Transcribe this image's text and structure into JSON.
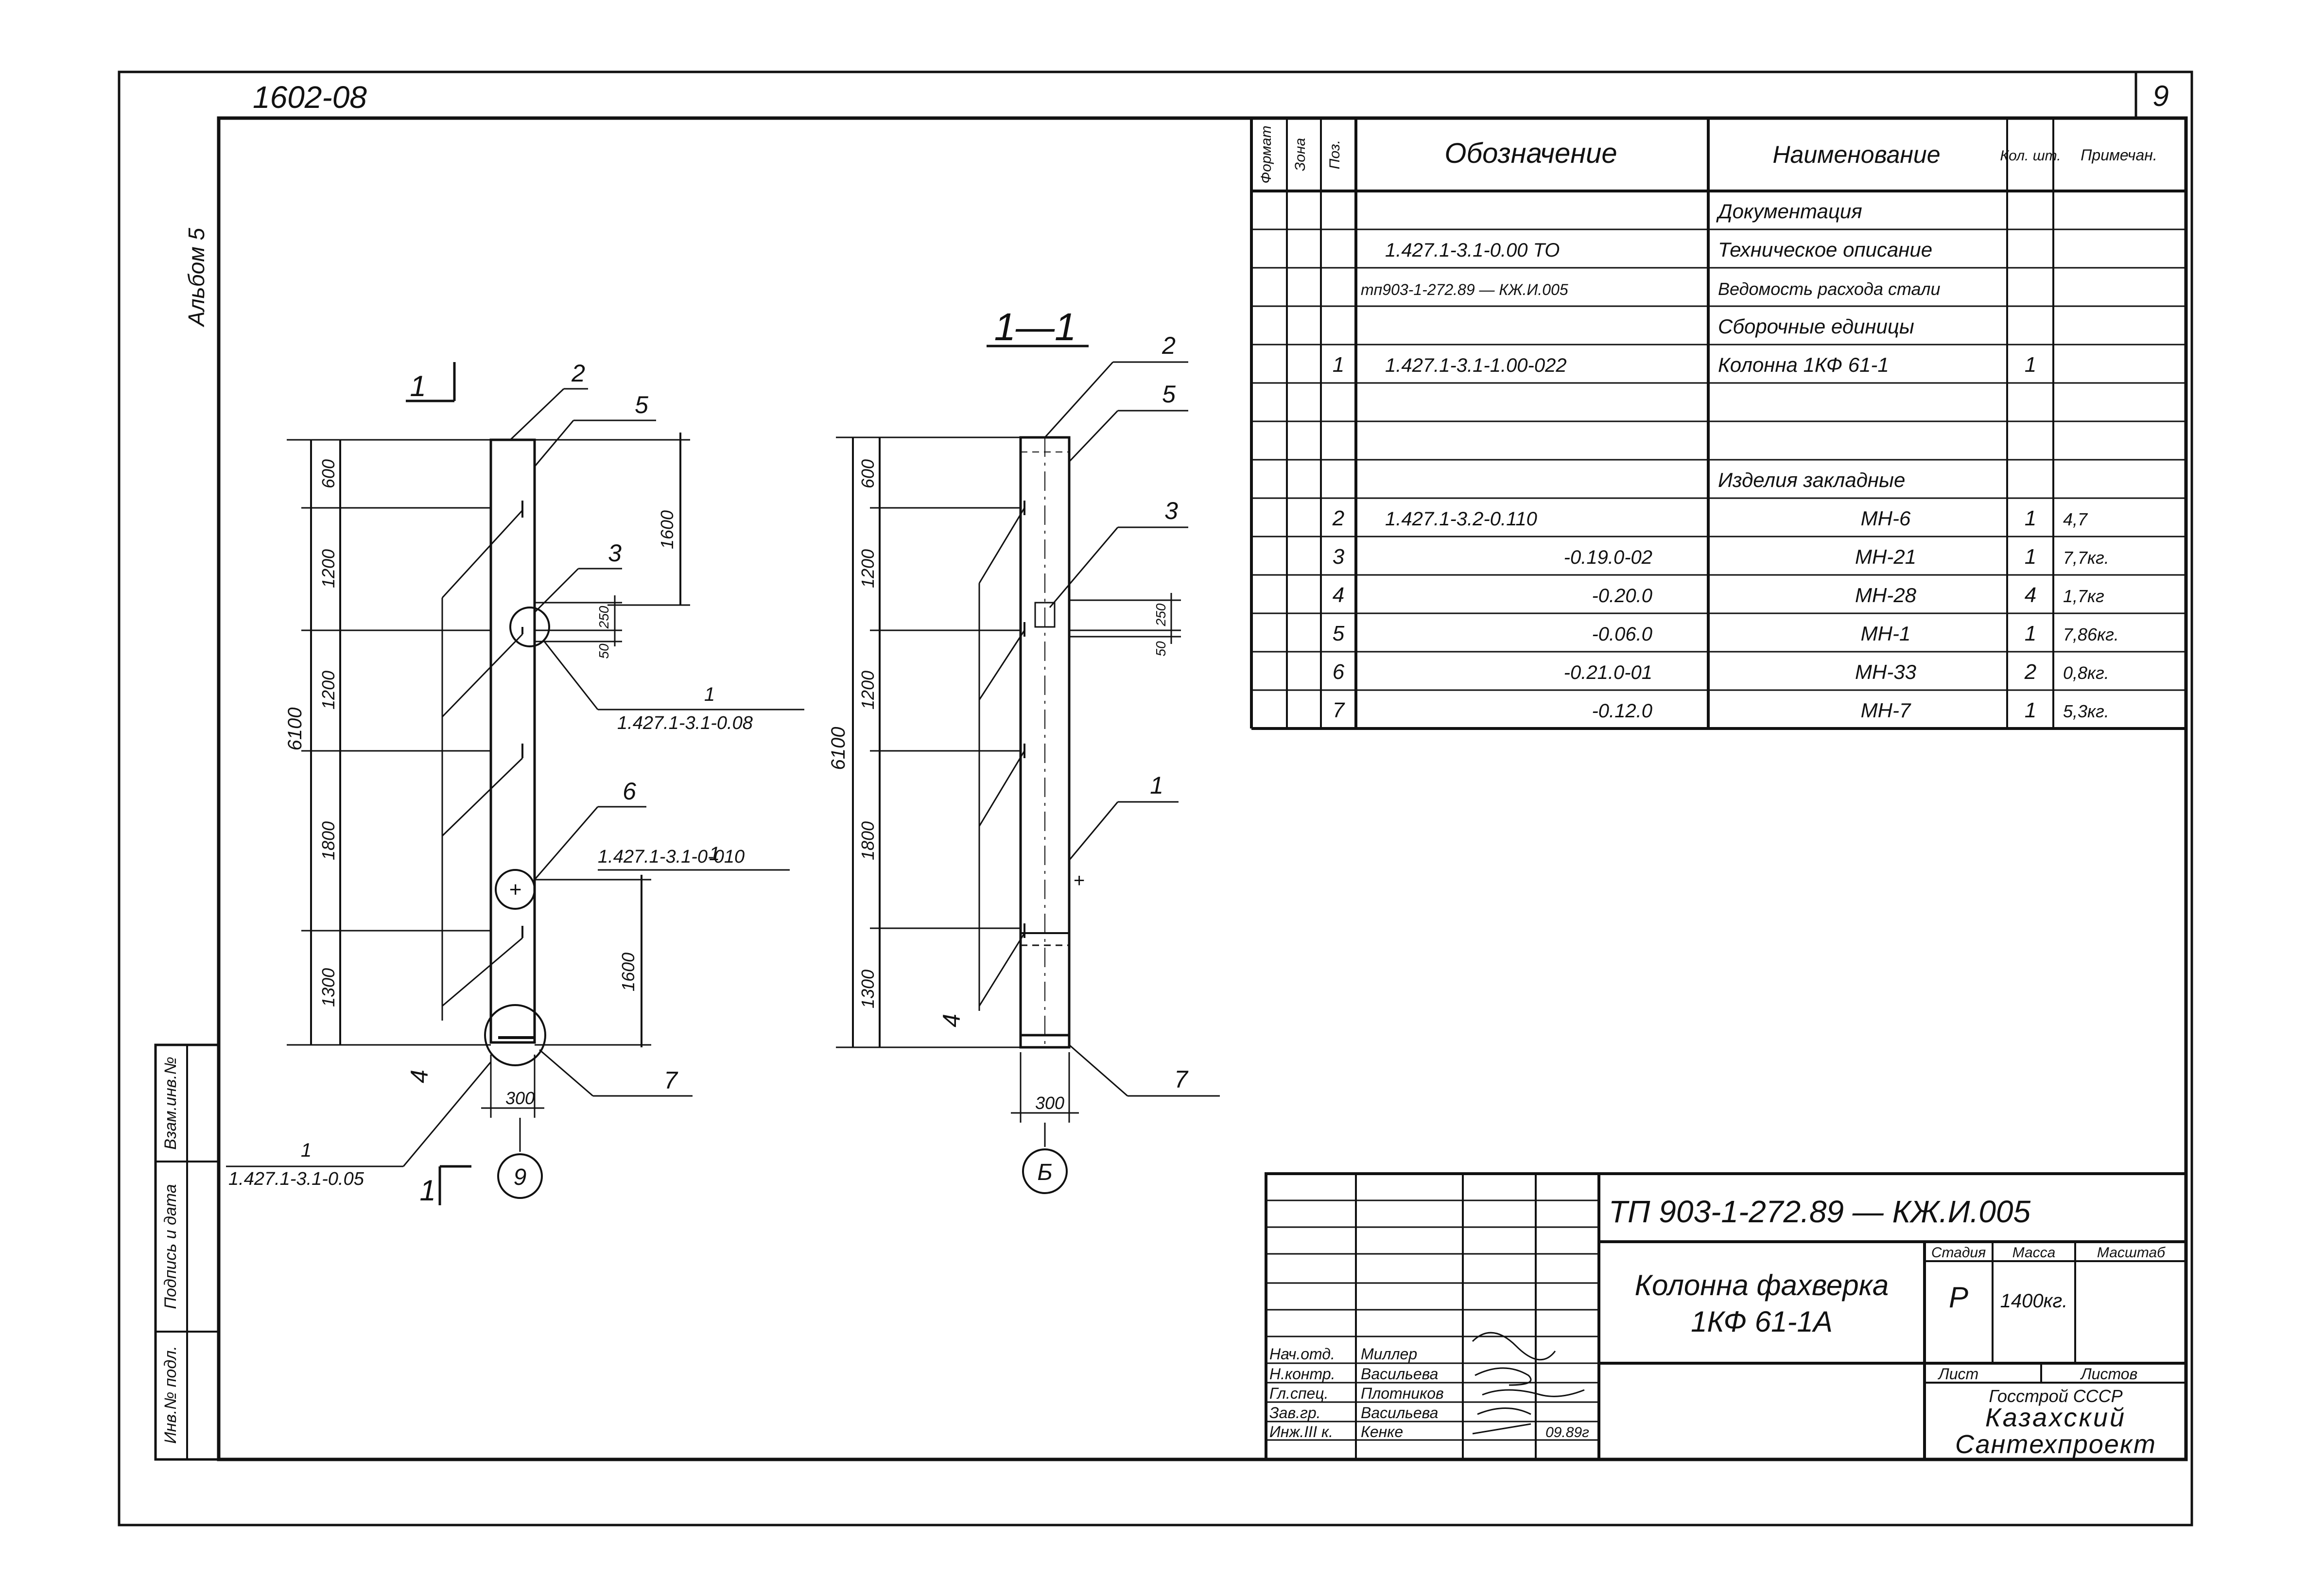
{
  "header": {
    "code": "1602-08",
    "sheet_no": "9",
    "album": "Альбом 5"
  },
  "left_strip": [
    "Инв.№ подл.",
    "Подпись и дата",
    "Взам.инв.№"
  ],
  "views": {
    "view_a": {
      "section_mark": "1",
      "total": "6100",
      "segments": [
        "600",
        "1200",
        "1200",
        "1800",
        "1300"
      ],
      "dim_top": "1600",
      "dim_bottom": "1600",
      "dim_250": "250",
      "dim_50": "50",
      "width": "300",
      "axis": "9",
      "callouts": [
        "2",
        "5",
        "3",
        "4",
        "6",
        "7"
      ],
      "refs": [
        {
          "n": "1",
          "text": "1.427.1-3.1-0.08"
        },
        {
          "n": "1",
          "text": "1.427.1-3.1-0-010"
        },
        {
          "n": "1",
          "text": "1.427.1-3.1-0.05"
        }
      ]
    },
    "view_b": {
      "title": "1—1",
      "total": "6100",
      "segments": [
        "600",
        "1200",
        "1200",
        "1800",
        "1300"
      ],
      "dim_250": "250",
      "dim_50": "50",
      "width": "300",
      "axis": "Б",
      "callouts": [
        "2",
        "5",
        "3",
        "1",
        "4",
        "7"
      ]
    }
  },
  "spec": {
    "headers": [
      "Формат",
      "Зона",
      "Поз.",
      "Обозначение",
      "Наименование",
      "Кол. шт.",
      "Примечан."
    ],
    "rows": [
      {
        "pos": "",
        "code": "",
        "name": "Документация",
        "qty": "",
        "note": ""
      },
      {
        "pos": "",
        "code": "1.427.1-3.1-0.00 ТО",
        "name": "Техническое описание",
        "qty": "",
        "note": ""
      },
      {
        "pos": "",
        "code": "тп903-1-272.89 — КЖ.И.005",
        "name": "Ведомость расхода стали",
        "qty": "",
        "note": ""
      },
      {
        "pos": "",
        "code": "",
        "name": "Сборочные единицы",
        "qty": "",
        "note": ""
      },
      {
        "pos": "1",
        "code": "1.427.1-3.1-1.00-022",
        "name": "Колонна 1КФ 61-1",
        "qty": "1",
        "note": ""
      },
      {
        "pos": "",
        "code": "",
        "name": "",
        "qty": "",
        "note": ""
      },
      {
        "pos": "",
        "code": "",
        "name": "",
        "qty": "",
        "note": ""
      },
      {
        "pos": "",
        "code": "",
        "name": "Изделия закладные",
        "qty": "",
        "note": ""
      },
      {
        "pos": "2",
        "code": "1.427.1-3.2-0.110",
        "name": "МН-6",
        "qty": "1",
        "note": "4,7"
      },
      {
        "pos": "3",
        "code": "-0.19.0-02",
        "name": "МН-21",
        "qty": "1",
        "note": "7,7кг."
      },
      {
        "pos": "4",
        "code": "-0.20.0",
        "name": "МН-28",
        "qty": "4",
        "note": "1,7кг"
      },
      {
        "pos": "5",
        "code": "-0.06.0",
        "name": "МН-1",
        "qty": "1",
        "note": "7,86кг."
      },
      {
        "pos": "6",
        "code": "-0.21.0-01",
        "name": "МН-33",
        "qty": "2",
        "note": "0,8кг."
      },
      {
        "pos": "7",
        "code": "-0.12.0",
        "name": "МН-7",
        "qty": "1",
        "note": "5,3кг."
      }
    ]
  },
  "title_block": {
    "doc_code": "ТП 903-1-272.89 — КЖ.И.005",
    "title_line1": "Колонна фахверка",
    "title_line2": "1КФ 61-1А",
    "stage_label": "Стадия",
    "stage": "Р",
    "mass_label": "Масса",
    "mass": "1400кг.",
    "scale_label": "Масштаб",
    "sheet_label": "Лист",
    "sheets_label": "Листов",
    "org_line1": "Госстрой СССР",
    "org_line2": "Казахский",
    "org_line3": "Сантехпроект",
    "date": "09.89г",
    "staff": [
      {
        "role": "Нач.отд.",
        "name": "Миллер"
      },
      {
        "role": "Н.контр.",
        "name": "Васильева"
      },
      {
        "role": "Гл.спец.",
        "name": "Плотников"
      },
      {
        "role": "Зав.гр.",
        "name": "Васильева"
      },
      {
        "role": "Инж.III к.",
        "name": "Кенке"
      }
    ]
  }
}
